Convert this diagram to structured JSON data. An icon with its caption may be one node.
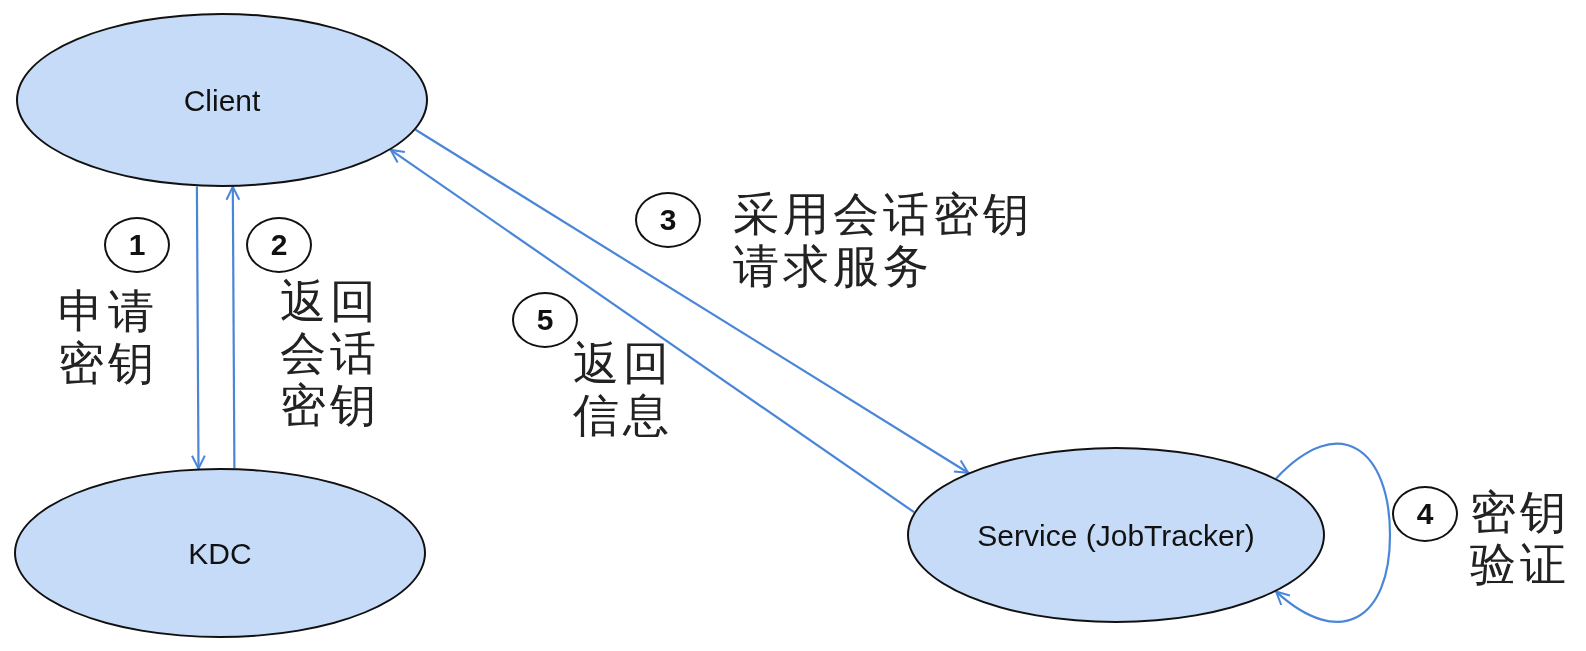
{
  "diagram": {
    "nodes": [
      {
        "text": [
          "Client"
        ]
      },
      {
        "text": [
          "KDC"
        ]
      },
      {
        "text": [
          "Service (JobTracker)"
        ]
      }
    ],
    "edges": [
      {
        "from": 0,
        "to": 1,
        "arrow": "to",
        "label": "申请密钥"
      },
      {
        "from": 1,
        "to": 0,
        "arrow": "to",
        "label": "返回会话密钥"
      },
      {
        "from": 0,
        "to": 2,
        "arrow": "to",
        "label": "采用会话密钥请求服务"
      },
      {
        "from": 2,
        "to": 0,
        "arrow": "to",
        "label": "返回信息"
      },
      {
        "from": 2,
        "to": 2,
        "arrow": "to",
        "label": "密钥验证"
      }
    ],
    "labels": [
      "1",
      "2",
      "3",
      "5",
      "4"
    ]
  }
}
